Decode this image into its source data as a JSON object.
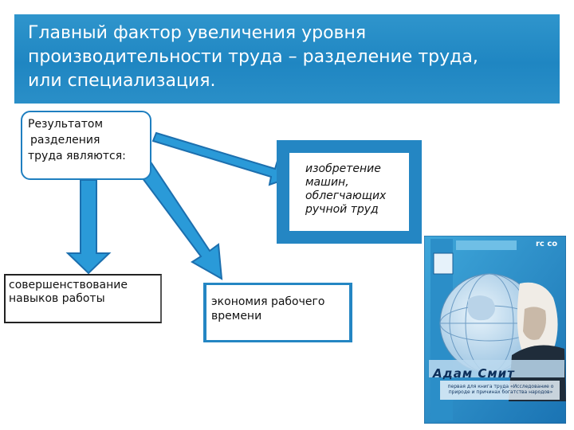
{
  "title": {
    "line1": "Главный фактор увеличения уровня",
    "line2": "производительности труда – разделение труда,",
    "line3": "или специализация."
  },
  "cause_box": {
    "line1": "Результатом",
    "line2": "разделения",
    "line3": "труда являются:"
  },
  "results": {
    "machines": [
      "изобретение",
      "машин,",
      "облегчающих",
      "ручной труд"
    ],
    "skills": [
      "совершенствование",
      "навыков работы"
    ],
    "time": [
      "экономия рабочего",
      "времени"
    ]
  },
  "book": {
    "title": "Адам Смит",
    "code": "rc co",
    "subtitle": "первая для книга труда «Исследование о природе и причинах богатства народов»"
  },
  "colors": {
    "title_bg": "#1f86c2",
    "box_border": "#1f7fc0",
    "arrow_fill": "#2a9ad8",
    "arrow_stroke": "#1c6fae"
  }
}
